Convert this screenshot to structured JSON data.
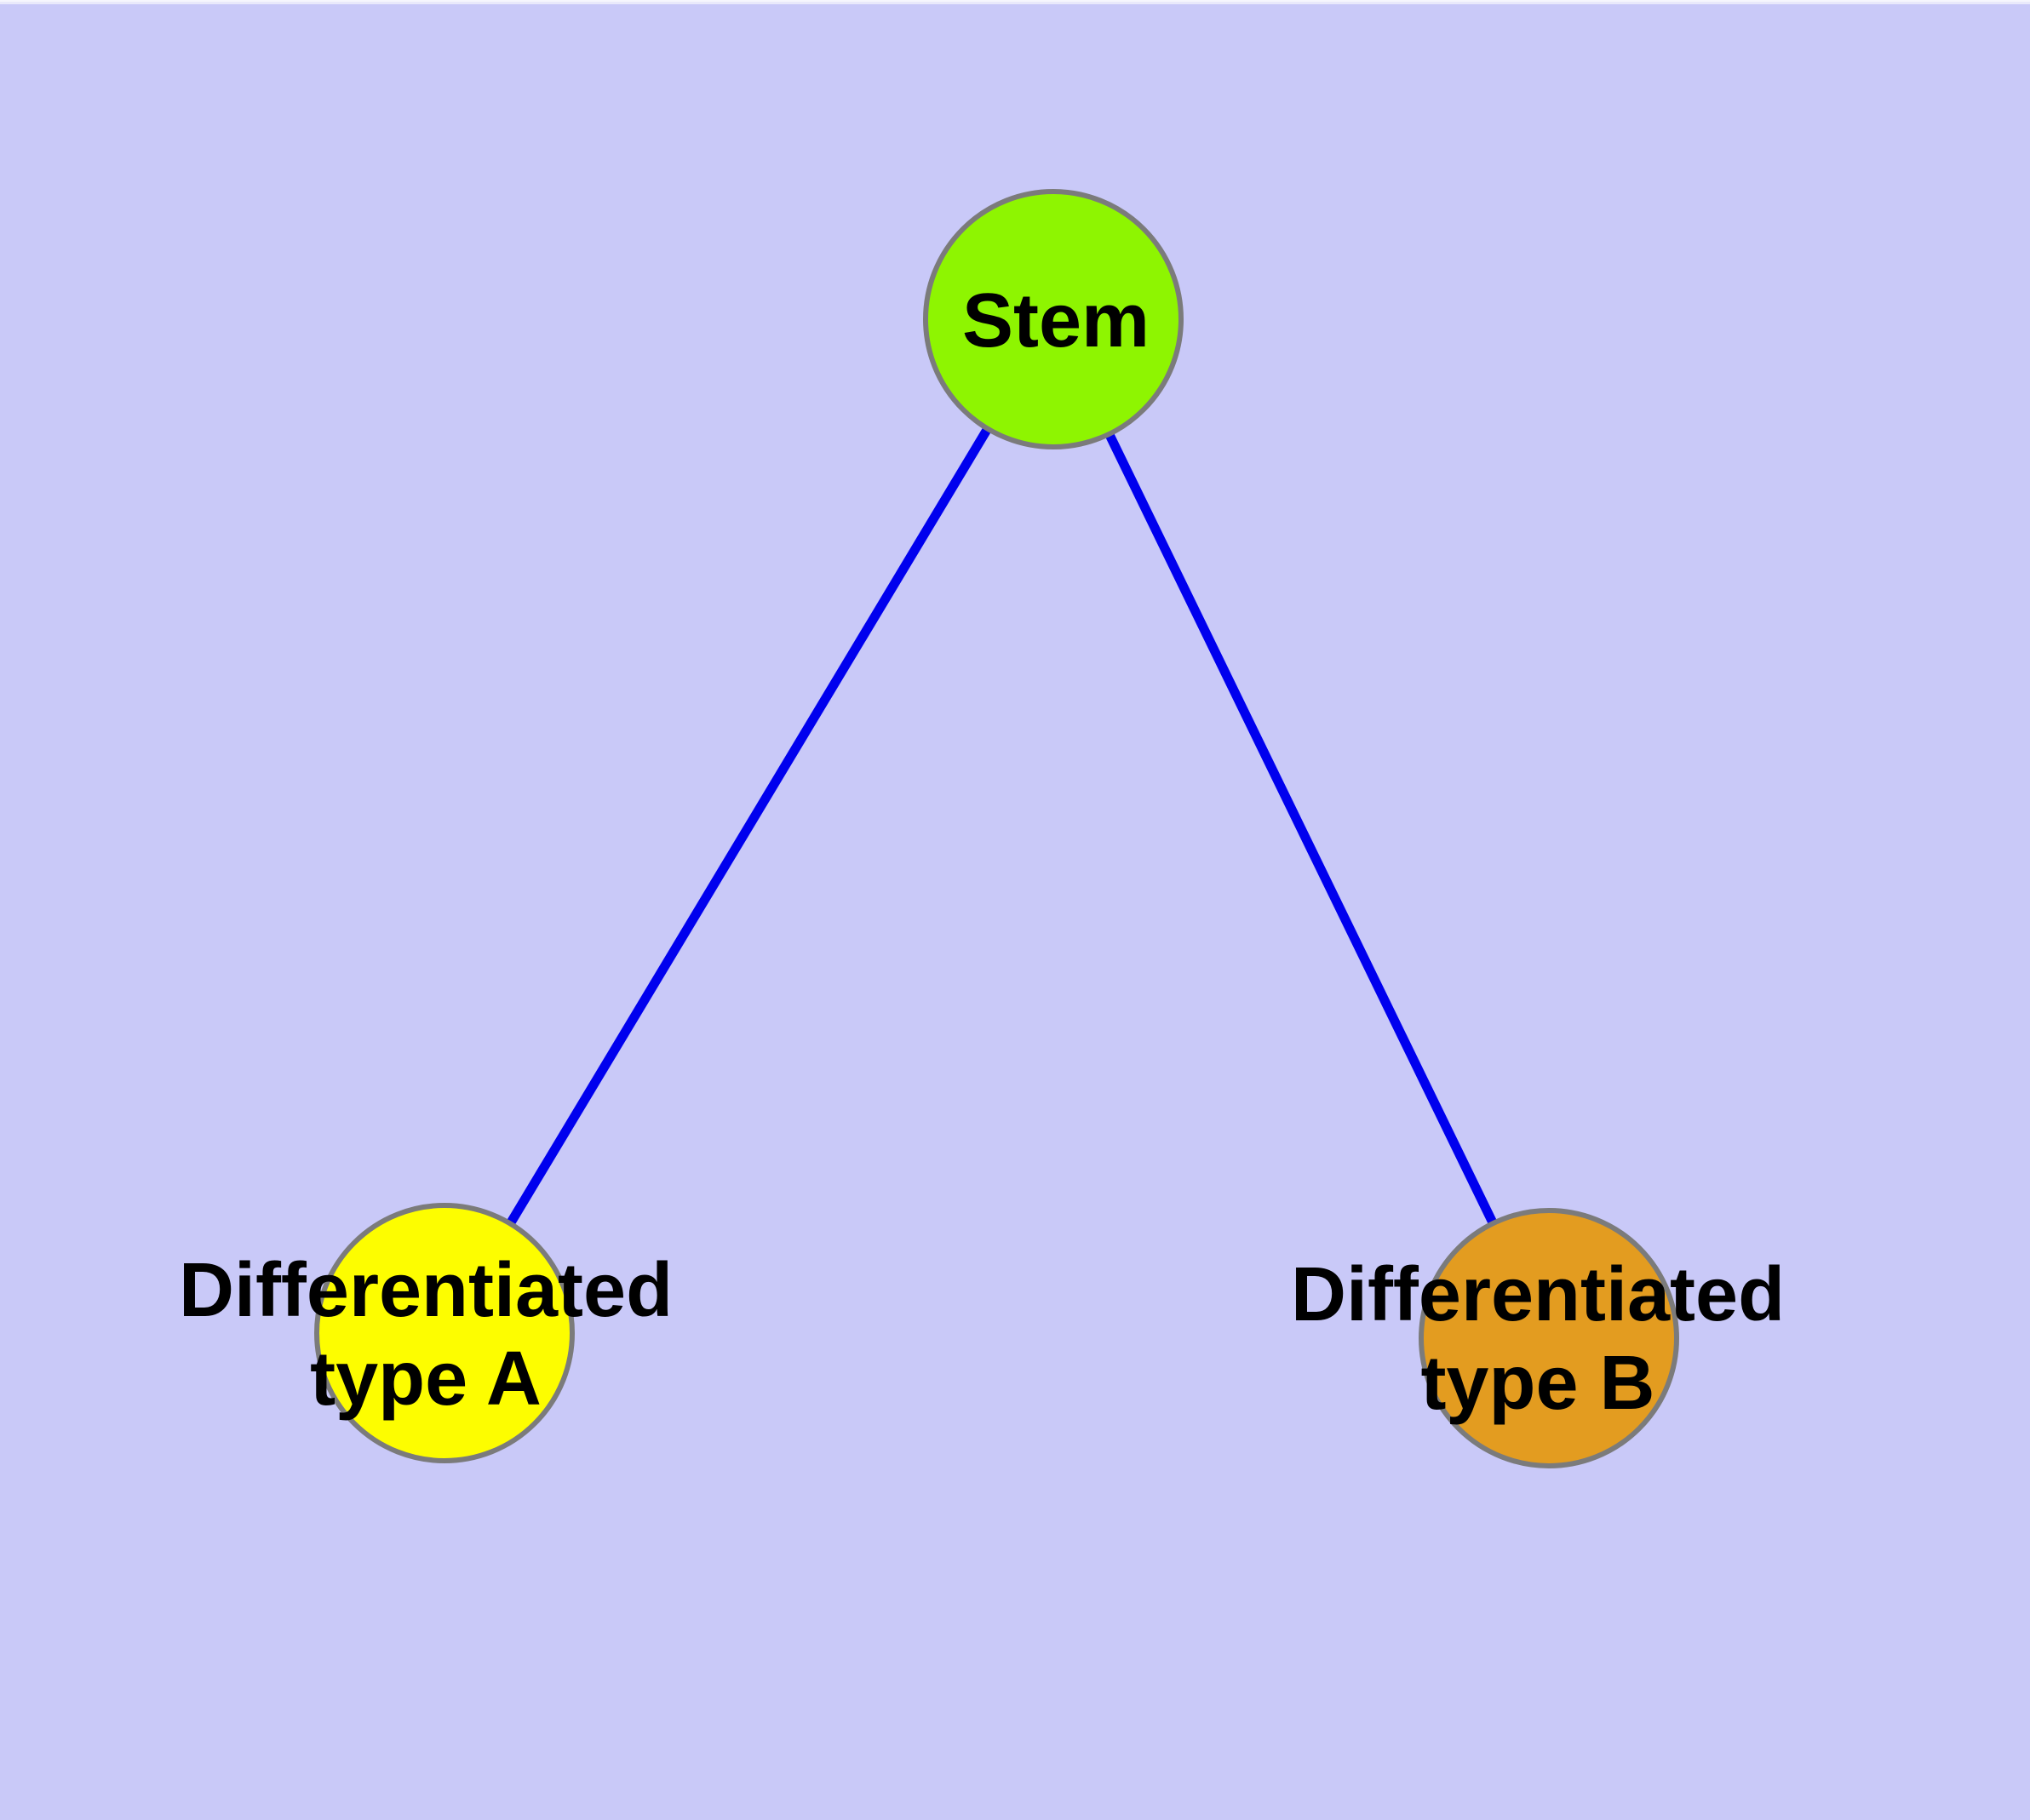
{
  "canvas": {
    "background_color": "#C9C9F8",
    "node_border_color": "#7B7B7B",
    "edge_color": "#0000EE",
    "text_color": "#000000"
  },
  "nodes": [
    {
      "id": "stem",
      "label": "Stem",
      "fill_color": "#8EF501"
    },
    {
      "id": "type_a",
      "label": "Differentiated\ntype A",
      "fill_color": "#FDFD00"
    },
    {
      "id": "type_b",
      "label": "Differentiated\ntype B",
      "fill_color": "#E39C20"
    }
  ],
  "edges": [
    {
      "from": "stem",
      "to": "type_a",
      "color": "#0000EE"
    },
    {
      "from": "stem",
      "to": "type_b",
      "color": "#0000EE"
    }
  ]
}
